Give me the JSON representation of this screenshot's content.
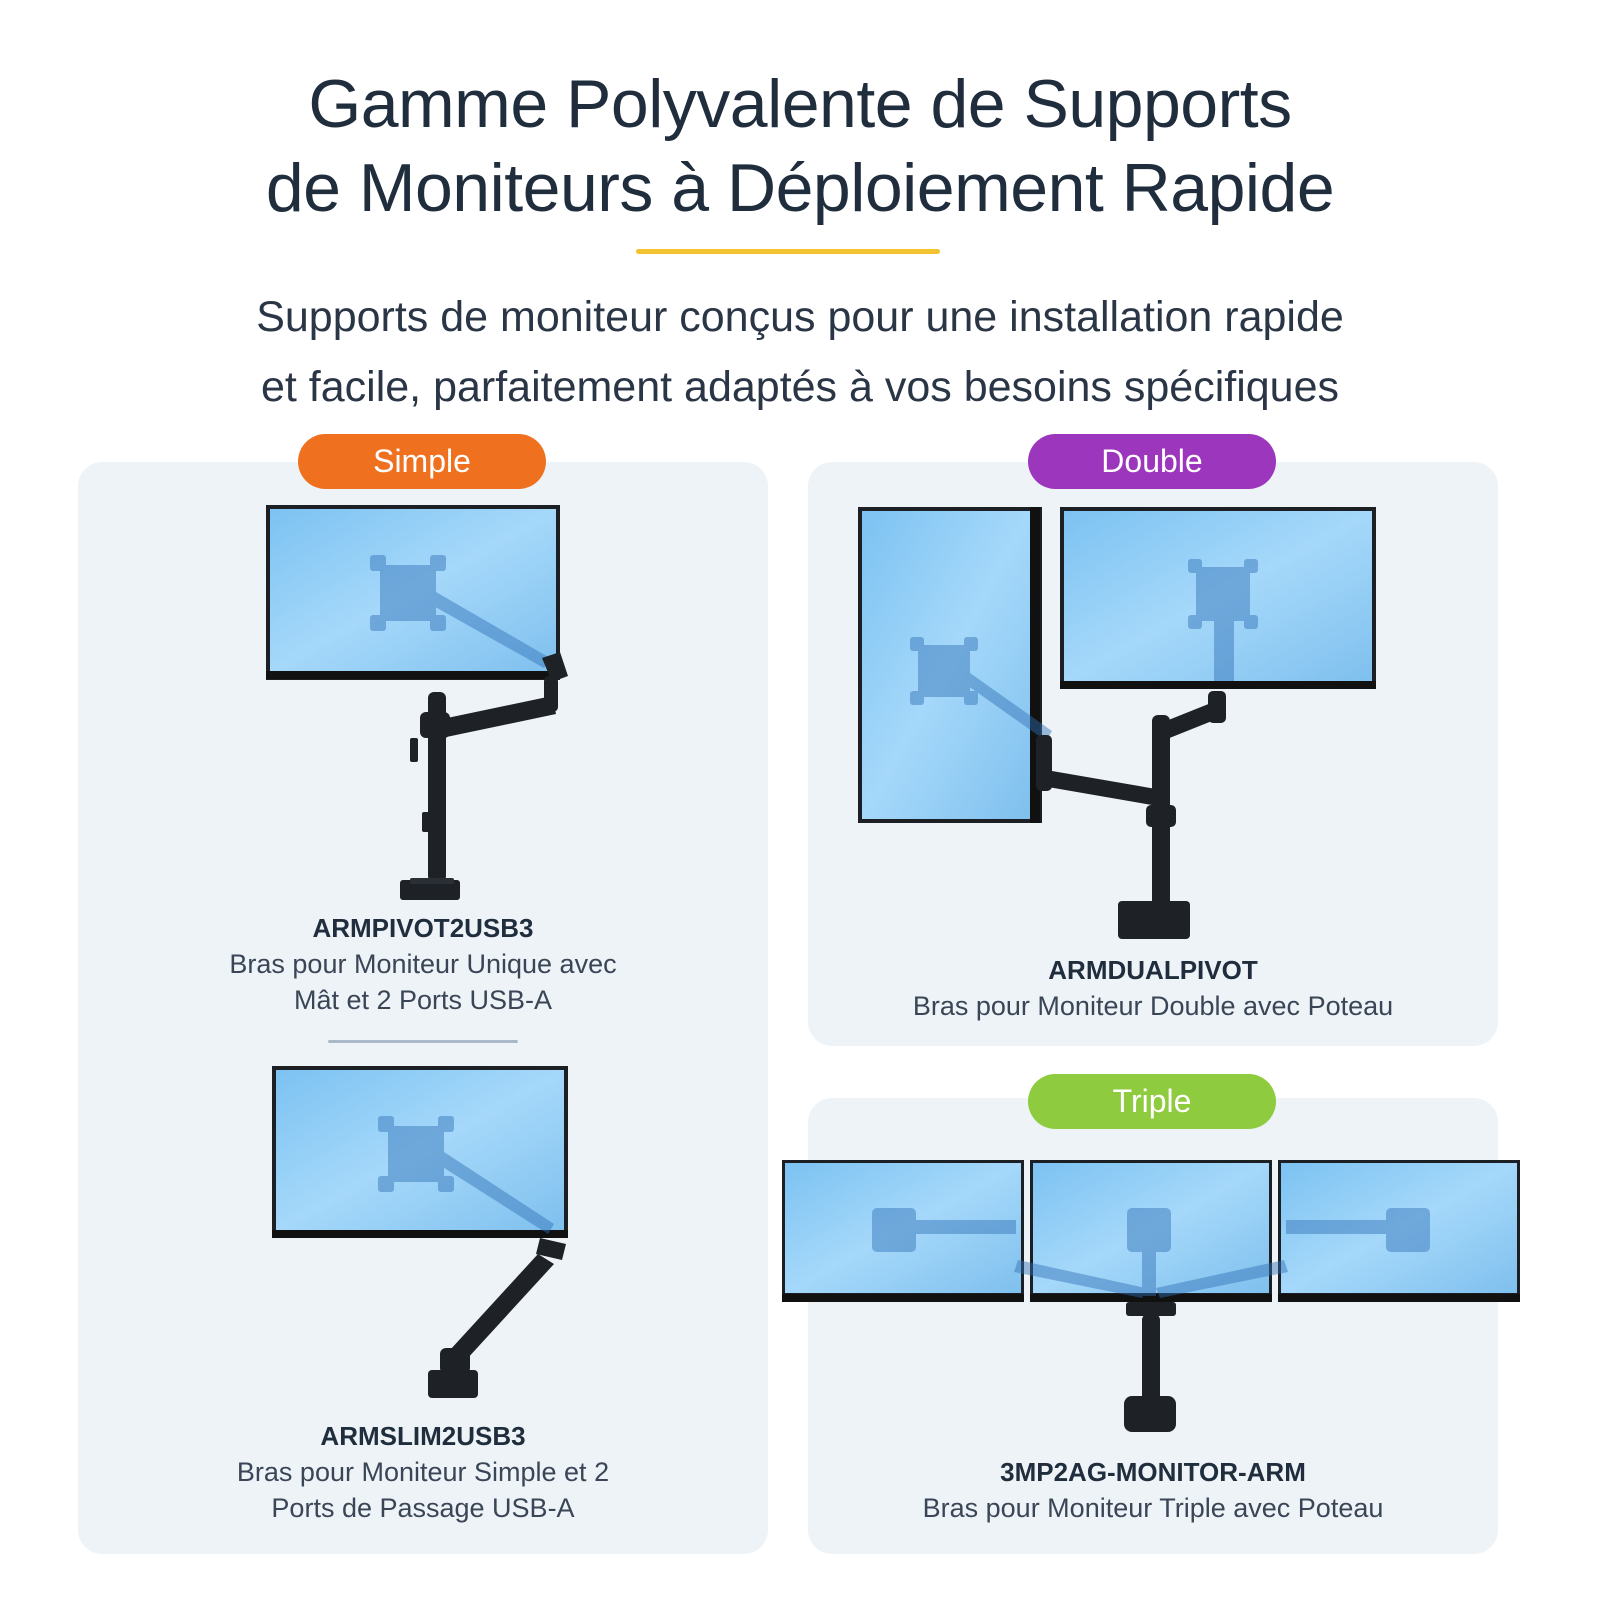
{
  "header": {
    "title_line1": "Gamme Polyvalente de Supports",
    "title_line2": "de Moniteurs à Déploiement Rapide",
    "subtitle_line1": "Supports de moniteur conçus pour une installation rapide",
    "subtitle_line2": "et facile, parfaitement adaptés à vos besoins spécifiques",
    "accent_color": "#f2c230"
  },
  "categories": {
    "simple": {
      "label": "Simple",
      "color": "#ef7120"
    },
    "double": {
      "label": "Double",
      "color": "#9b36bd"
    },
    "triple": {
      "label": "Triple",
      "color": "#8fcb3e"
    }
  },
  "products": [
    {
      "sku": "ARMPIVOT2USB3",
      "desc_line1": "Bras pour Moniteur Unique avec",
      "desc_line2": "Mât et 2 Ports USB-A"
    },
    {
      "sku": "ARMSLIM2USB3",
      "desc_line1": "Bras pour Moniteur Simple et 2",
      "desc_line2": "Ports de Passage USB-A"
    },
    {
      "sku": "ARMDUALPIVOT",
      "desc_line1": "Bras pour Moniteur Double avec Poteau"
    },
    {
      "sku": "3MP2AG-MONITOR-ARM",
      "desc_line1": "Bras pour Moniteur Triple avec Poteau"
    }
  ],
  "icons": [
    "monitor-icon",
    "monitor-arm-icon",
    "vesa-mount-icon"
  ]
}
